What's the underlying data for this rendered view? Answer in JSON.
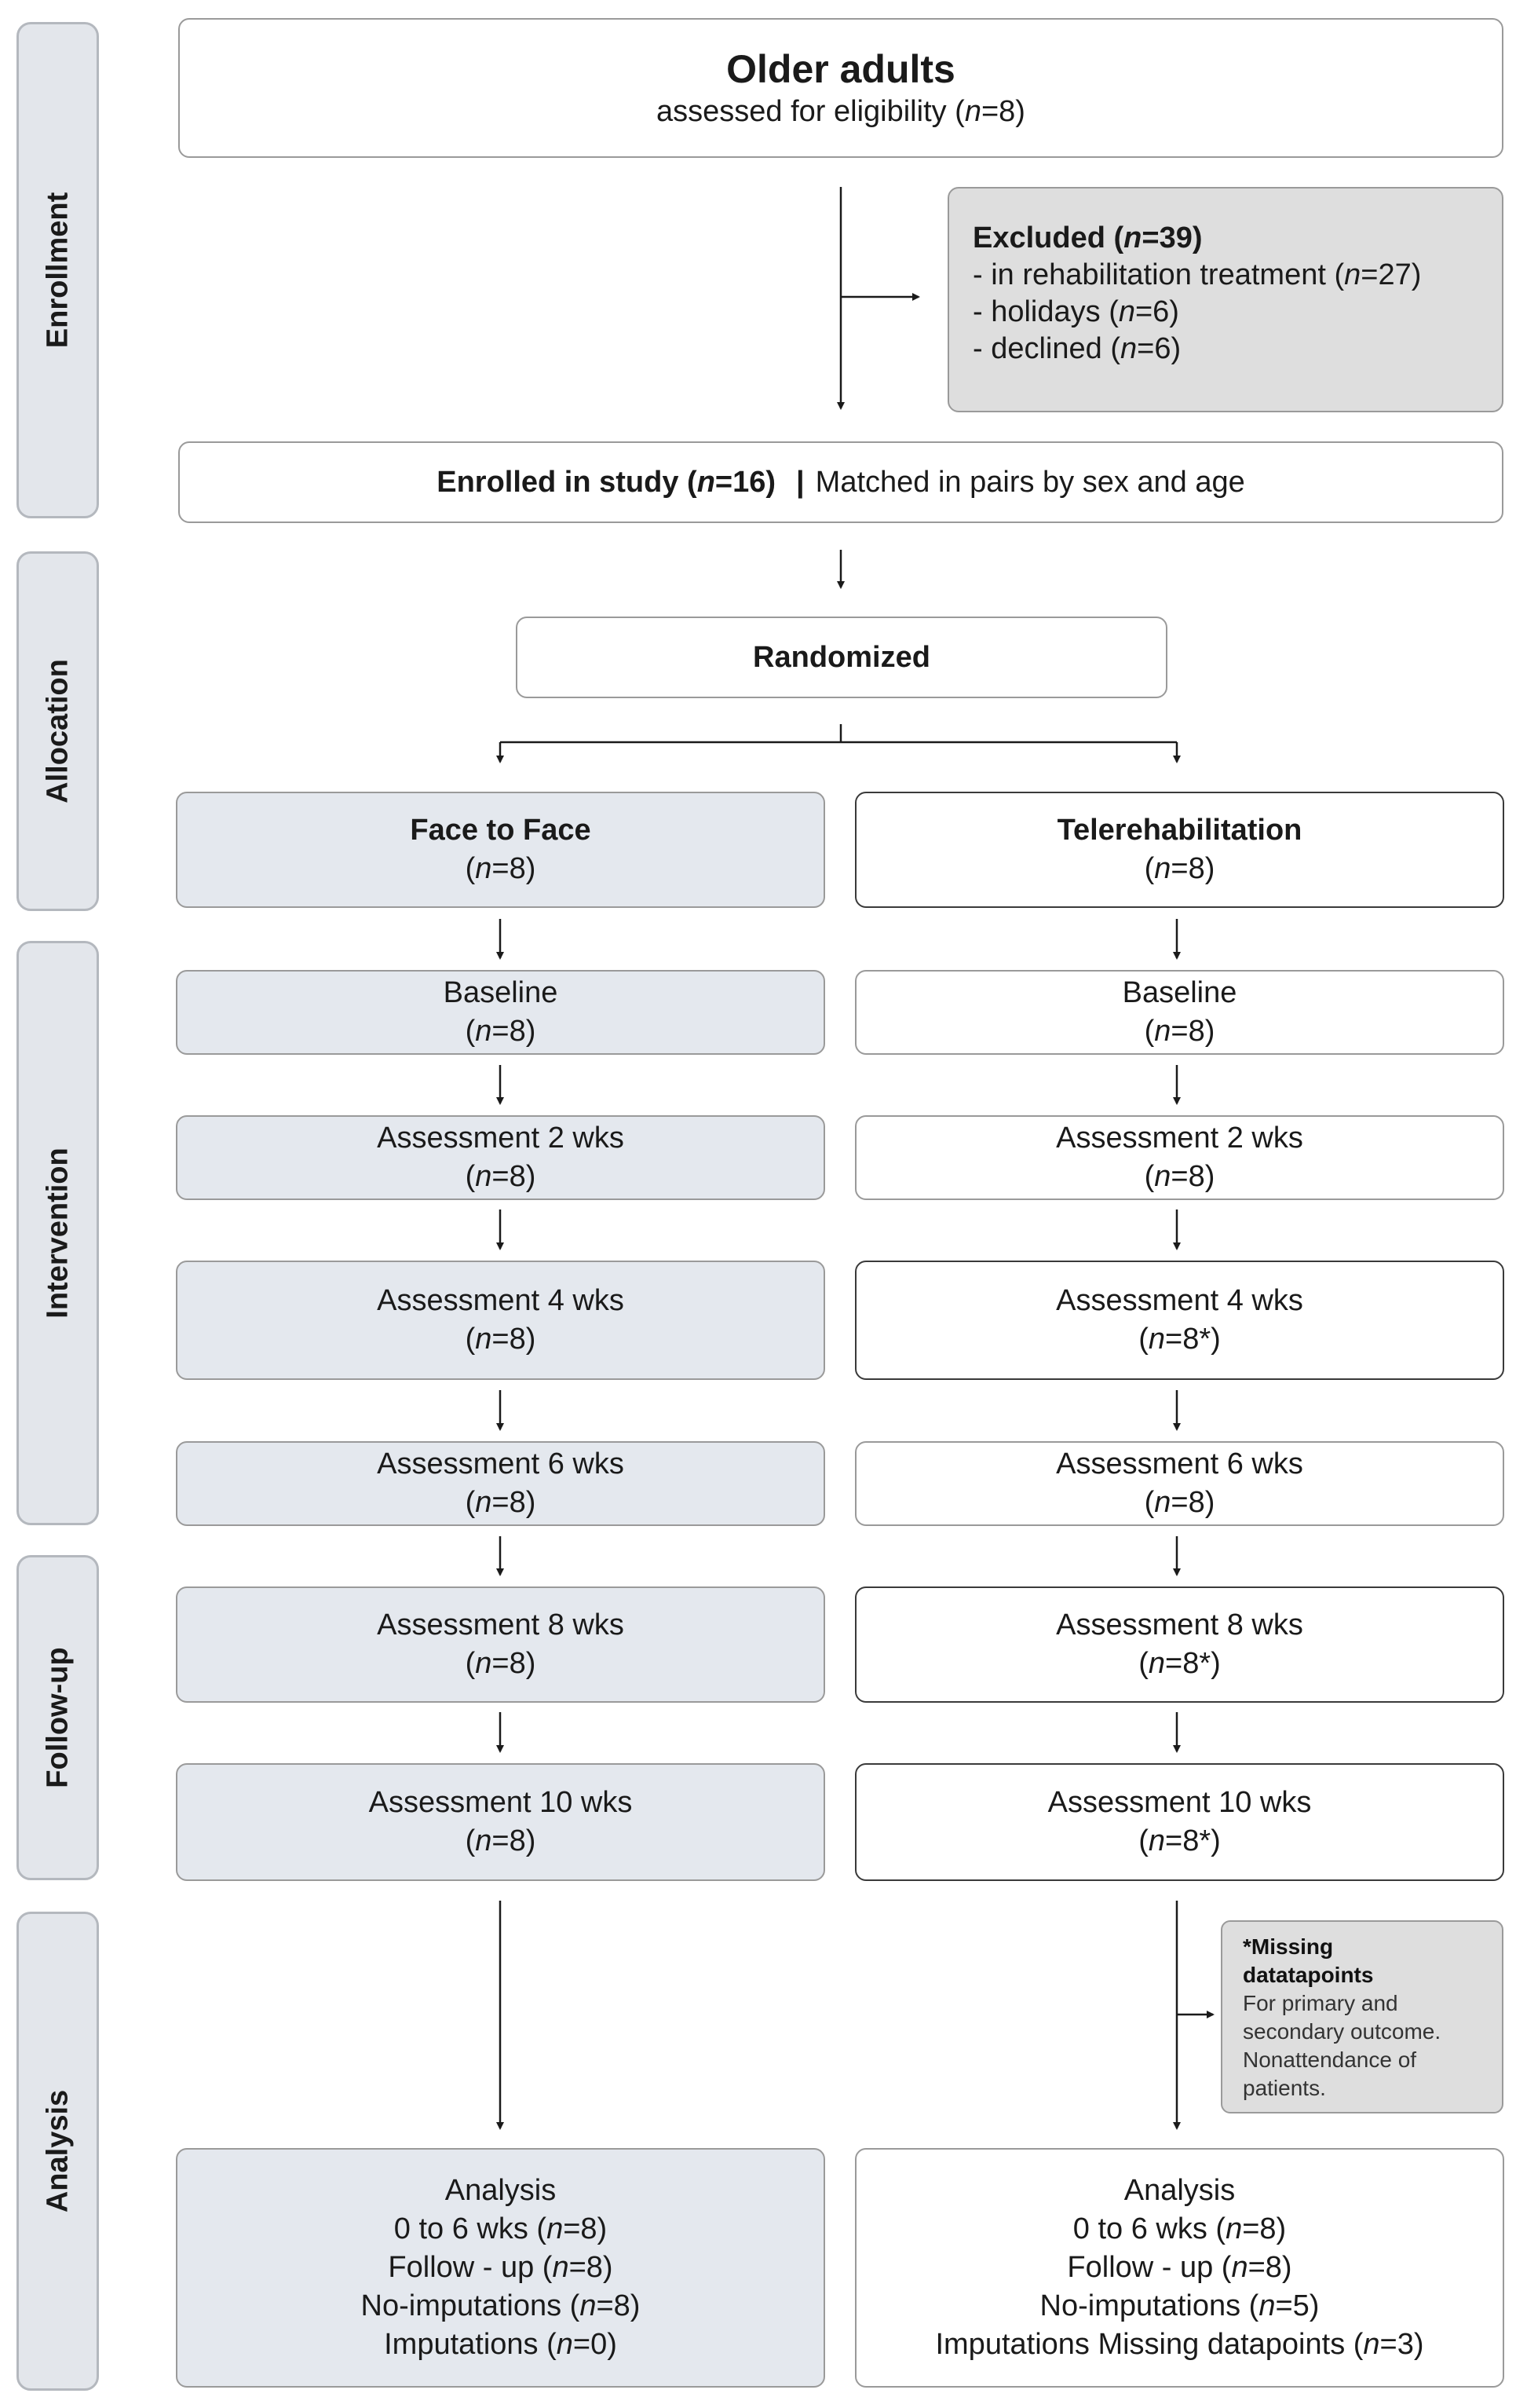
{
  "phases": [
    "Enrollment",
    "Allocation",
    "Intervention",
    "Follow-up",
    "Analysis"
  ],
  "top": {
    "title": "Older adults",
    "subtitle_pre": "assessed for eligibility (",
    "n_label": "n",
    "subtitle_post": "=8)"
  },
  "excluded": {
    "title_pre": "Excluded (",
    "title_n": "n",
    "title_post": "=39)",
    "items": [
      {
        "pre": "-  in rehabilitation treatment (",
        "n": "n",
        "post": "=27)"
      },
      {
        "pre": "-  holidays (",
        "n": "n",
        "post": "=6)"
      },
      {
        "pre": "-  declined (",
        "n": "n",
        "post": "=6)"
      }
    ]
  },
  "enrolled": {
    "bold_pre": "Enrolled in study (",
    "n": "n",
    "bold_post": "=16)",
    "sep": "|",
    "text": "Matched in pairs by sex and age"
  },
  "randomized": "Randomized",
  "groups": {
    "left": {
      "title": "Face to Face",
      "n_pre": "(",
      "n": "n",
      "n_post": "=8)"
    },
    "right": {
      "title": "Telerehabilitation",
      "n_pre": "(",
      "n": "n",
      "n_post": "=8)"
    }
  },
  "stages": {
    "left": [
      {
        "label": "Baseline",
        "n_pre": "(",
        "n": "n",
        "n_post": "=8)"
      },
      {
        "label": "Assessment 2 wks",
        "n_pre": "(",
        "n": "n",
        "n_post": "=8)"
      },
      {
        "label": "Assessment 4 wks",
        "n_pre": "(",
        "n": "n",
        "n_post": "=8)"
      },
      {
        "label": "Assessment 6 wks",
        "n_pre": "(",
        "n": "n",
        "n_post": "=8)"
      },
      {
        "label": "Assessment 8 wks",
        "n_pre": "(",
        "n": "n",
        "n_post": "=8)"
      },
      {
        "label": "Assessment 10 wks",
        "n_pre": "(",
        "n": "n",
        "n_post": "=8)"
      }
    ],
    "right": [
      {
        "label": "Baseline",
        "n_pre": "(",
        "n": "n",
        "n_post": "=8)"
      },
      {
        "label": "Assessment 2 wks",
        "n_pre": "(",
        "n": "n",
        "n_post": "=8)"
      },
      {
        "label": "Assessment 4 wks",
        "n_pre": "(",
        "n": "n",
        "n_post": "=8*)"
      },
      {
        "label": "Assessment 6 wks",
        "n_pre": "(",
        "n": "n",
        "n_post": "=8)"
      },
      {
        "label": "Assessment 8 wks",
        "n_pre": "(",
        "n": "n",
        "n_post": "=8*)"
      },
      {
        "label": "Assessment 10 wks",
        "n_pre": "(",
        "n": "n",
        "n_post": "=8*)"
      }
    ]
  },
  "missing": {
    "title_line1": "*Missing",
    "title_line2": "datatapoints",
    "lines": [
      "For primary and",
      "secondary outcome.",
      "Nonattendance of",
      "patients."
    ]
  },
  "analysis": {
    "left": {
      "title": "Analysis",
      "lines": [
        {
          "pre": "0 to 6 wks (",
          "n": "n",
          "post": "=8)"
        },
        {
          "pre": "Follow - up (",
          "n": "n",
          "post": "=8)"
        },
        {
          "pre": "No-imputations (",
          "n": "n",
          "post": "=8)"
        },
        {
          "pre": "Imputations (",
          "n": "n",
          "post": "=0)"
        }
      ]
    },
    "right": {
      "title": "Analysis",
      "lines": [
        {
          "pre": "0 to 6 wks (",
          "n": "n",
          "post": "=8)"
        },
        {
          "pre": "Follow - up (",
          "n": "n",
          "post": "=8)"
        },
        {
          "pre": "No-imputations (",
          "n": "n",
          "post": "=5)"
        },
        {
          "pre": "Imputations Missing datapoints (",
          "n": "n",
          "post": "=3)"
        }
      ]
    }
  }
}
